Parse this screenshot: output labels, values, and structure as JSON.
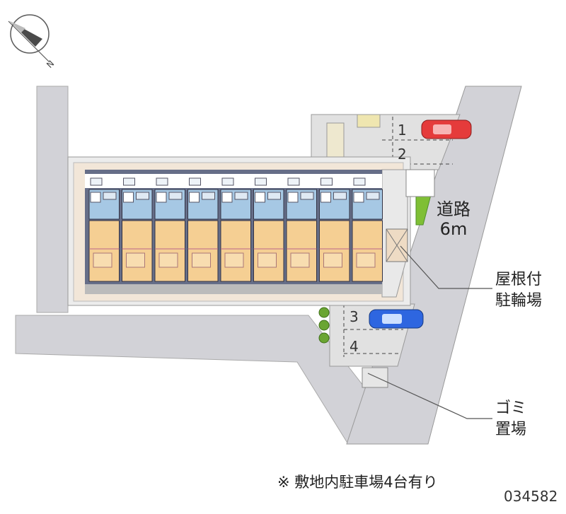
{
  "map": {
    "compass_letter": "N",
    "road": {
      "name": "道路",
      "width": "6m"
    },
    "bicycle_parking": {
      "line1": "屋根付",
      "line2": "駐輪場"
    },
    "trash_area": {
      "line1": "ゴミ",
      "line2": "置場"
    },
    "parking_slots": [
      "1",
      "2",
      "3",
      "4"
    ],
    "footnote": "※ 敷地内駐車場4台有り",
    "property_id": "034582",
    "colors": {
      "road": "#d2d2d7",
      "walkway": "#f2e6d8",
      "building_wall": "#666e88",
      "room_floor": "#f5cf93",
      "bath_area": "#a6c8e4",
      "car_red": "#e53b3b",
      "car_blue": "#2e66e0",
      "hedge": "#7fbf35"
    }
  }
}
